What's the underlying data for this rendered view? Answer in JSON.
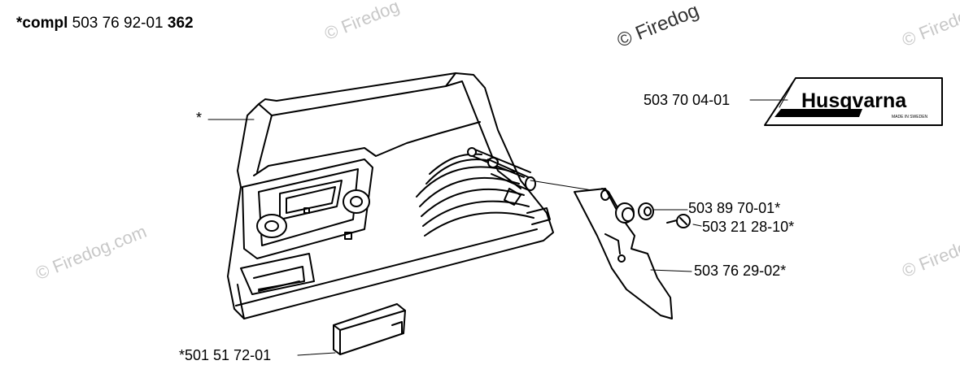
{
  "header": {
    "prefix": "*compl",
    "part_number": "503 76 92-01",
    "model": "362"
  },
  "watermark": "© Firedog",
  "watermark_faint": "© Firedog.com",
  "brand_decal": {
    "name": "Husqvarna",
    "small_text": "MADE IN SWEDEN"
  },
  "parts": [
    {
      "label": "*"
    },
    {
      "label": "503 70 04-01"
    },
    {
      "label": "503 89 70-01*"
    },
    {
      "label": "503 21 28-10*"
    },
    {
      "label": "503 76 29-02*"
    },
    {
      "label": "*501 51 72-01"
    }
  ]
}
